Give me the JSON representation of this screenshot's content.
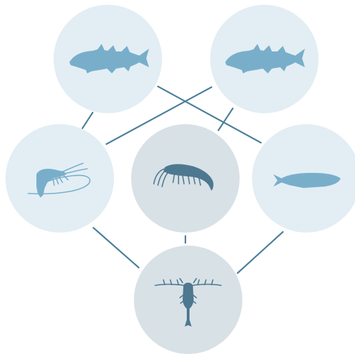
{
  "colors": {
    "background": "#ffffff",
    "outer_node_fill": "#e2eef4",
    "inner_node_fill": "#d8e1e6",
    "link": "#4a7f99",
    "light_silhouette": "#79aecb",
    "dark_silhouette": "#4d7890"
  },
  "nodes": [
    {
      "id": "cod-left",
      "icon": "cod-fish-icon",
      "tone": "light"
    },
    {
      "id": "cod-right",
      "icon": "cod-fish-icon",
      "tone": "light"
    },
    {
      "id": "shrimp",
      "icon": "shrimp-icon",
      "tone": "light"
    },
    {
      "id": "krill",
      "icon": "krill-icon",
      "tone": "dark"
    },
    {
      "id": "herring",
      "icon": "herring-icon",
      "tone": "light"
    },
    {
      "id": "copepod",
      "icon": "copepod-icon",
      "tone": "dark"
    }
  ],
  "links": [
    {
      "from": "cod-left",
      "to": "shrimp"
    },
    {
      "from": "cod-left",
      "to": "herring"
    },
    {
      "from": "cod-right",
      "to": "shrimp"
    },
    {
      "from": "cod-right",
      "to": "krill"
    },
    {
      "from": "krill",
      "to": "copepod"
    },
    {
      "from": "shrimp",
      "to": "copepod"
    },
    {
      "from": "herring",
      "to": "copepod"
    }
  ]
}
